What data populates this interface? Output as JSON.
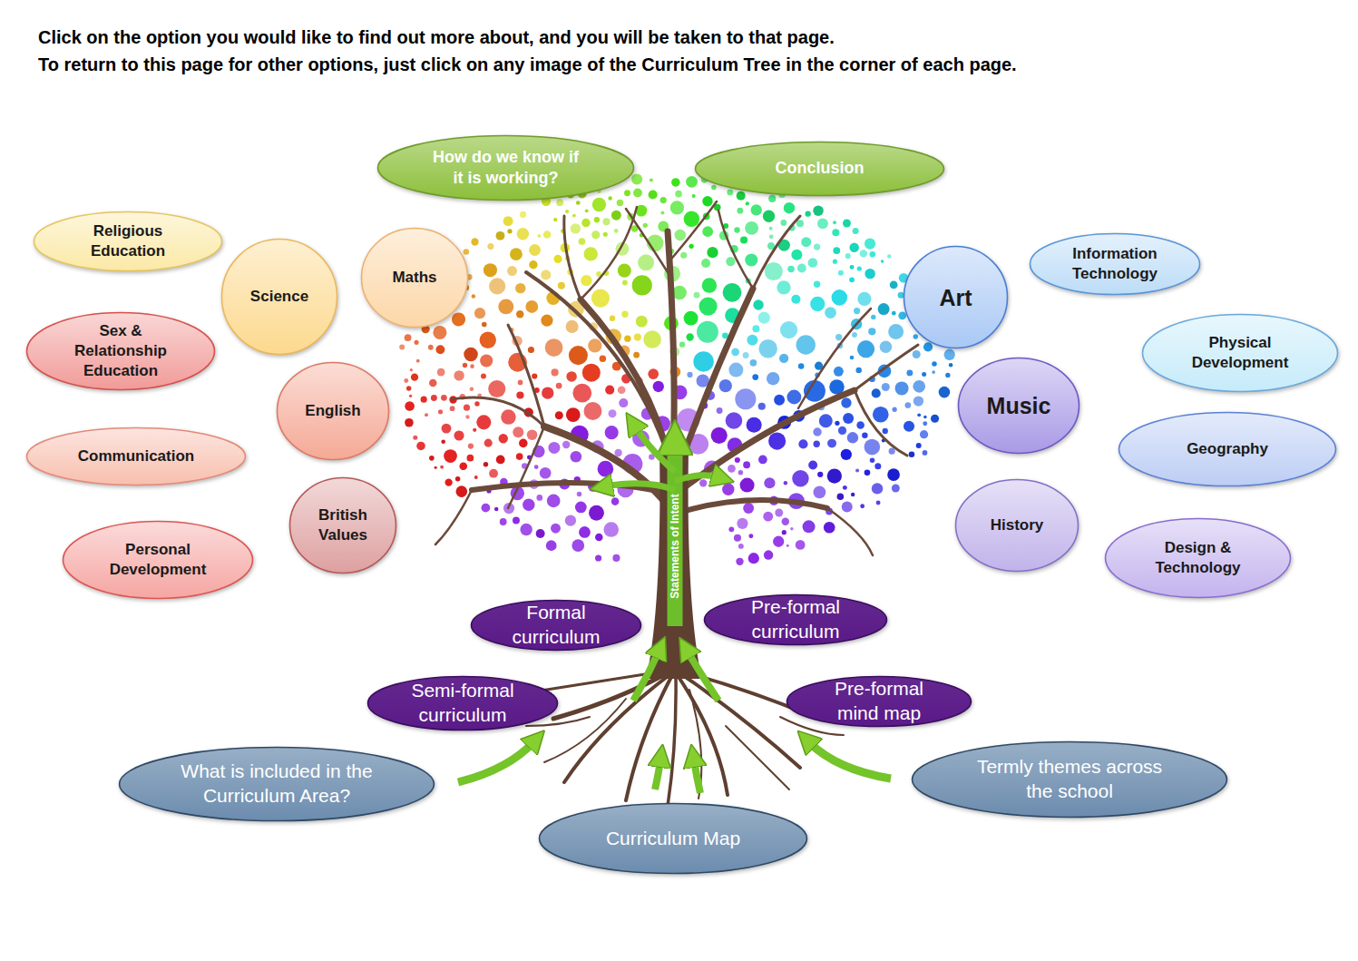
{
  "diagram": {
    "nodes": [
      {
        "text": [
          "How do we know if it is working?"
        ]
      },
      {
        "text": [
          "Conclusion"
        ]
      },
      {
        "text": [
          "Religious Education"
        ]
      },
      {
        "text": [
          "Science"
        ]
      },
      {
        "text": [
          "Maths"
        ]
      },
      {
        "text": [
          "Art"
        ]
      },
      {
        "text": [
          "Information Technology"
        ]
      },
      {
        "text": [
          "Sex & Relationship Education"
        ]
      },
      {
        "text": [
          "Physical Development"
        ]
      },
      {
        "text": [
          "English"
        ]
      },
      {
        "text": [
          "Music"
        ]
      },
      {
        "text": [
          "Communication"
        ]
      },
      {
        "text": [
          "Geography"
        ]
      },
      {
        "text": [
          "British Values"
        ]
      },
      {
        "text": [
          "History"
        ]
      },
      {
        "text": [
          "Personal Development"
        ]
      },
      {
        "text": [
          "Design & Technology"
        ]
      },
      {
        "text": [
          "Formal curriculum"
        ]
      },
      {
        "text": [
          "Pre-formal curriculum"
        ]
      },
      {
        "text": [
          "Semi-formal curriculum"
        ]
      },
      {
        "text": [
          "Pre-formal mind map"
        ]
      },
      {
        "text": [
          "What is included in the Curriculum Area?"
        ]
      },
      {
        "text": [
          "Termly themes across the school"
        ]
      },
      {
        "text": [
          "Curriculum Map"
        ]
      }
    ],
    "labels": [
      "Click on the option you would like to find out more about, and you will be taken to that page.",
      "To return to this page for other options, just click on any image of the Curriculum Tree in the corner of each page.",
      "Statements of Intent"
    ]
  }
}
